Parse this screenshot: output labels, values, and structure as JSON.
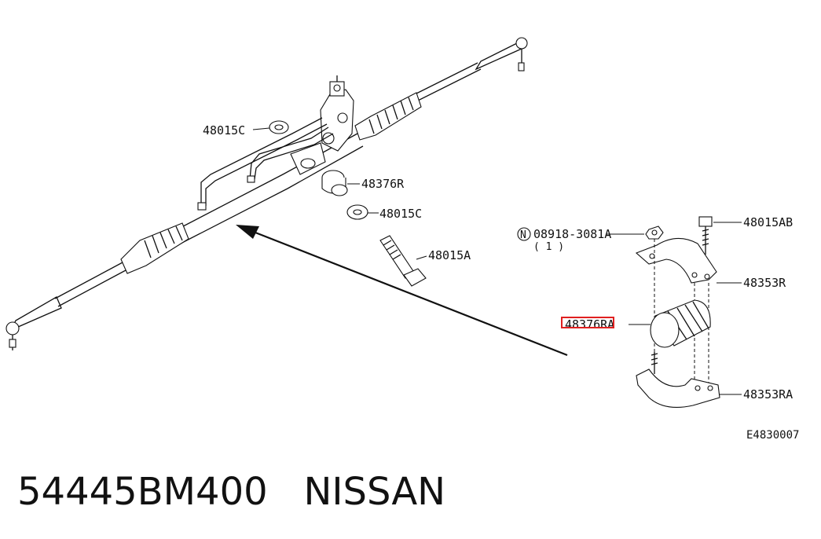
{
  "diagram": {
    "labels": {
      "p48015C_top": "48015C",
      "p48376R": "48376R",
      "p48015C_mid": "48015C",
      "p48015A": "48015A",
      "p08918": "08918-3081A",
      "p08918_qty": "( 1 )",
      "p08918_prefix": "N",
      "p48015AB": "48015AB",
      "p48353R": "48353R",
      "p48376RA": "48376RA",
      "p48353RA": "48353RA"
    },
    "figure_code": "E4830007",
    "highlight_color": "#e02020"
  },
  "caption": {
    "part_number": "54445BM400",
    "brand": "NISSAN"
  }
}
